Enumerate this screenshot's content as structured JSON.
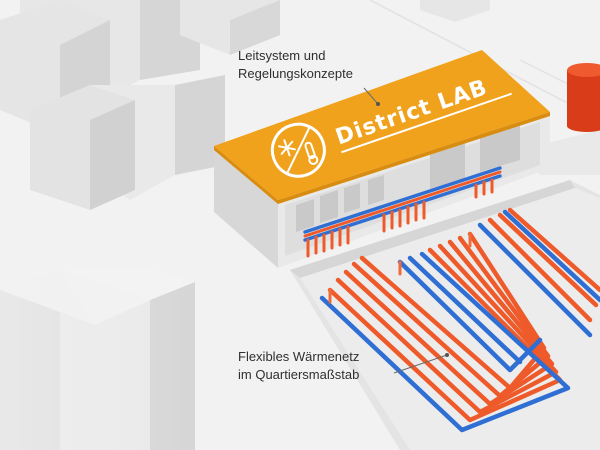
{
  "building": {
    "roof_title": "District LAB"
  },
  "callouts": {
    "control": [
      "Leitsystem und",
      "Regelungskonzepte"
    ],
    "network": [
      "Flexibles Wärmenetz",
      "im Quartiersmaßstab"
    ]
  },
  "icons": [
    "snowflake-icon",
    "thermometer-icon"
  ],
  "colors": {
    "roof_orange": "#f0a21c",
    "pipe_red": "#ee5a2a",
    "pipe_blue": "#2f6fd4",
    "tank_red": "#e0421c",
    "block_gray": "#dcdcdc"
  }
}
